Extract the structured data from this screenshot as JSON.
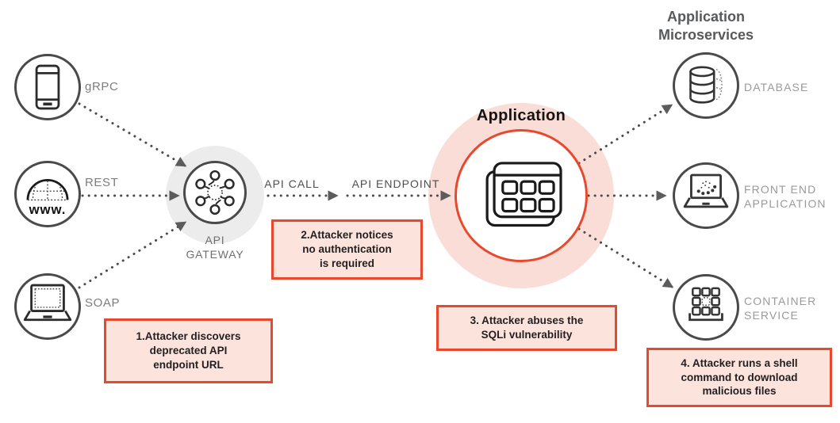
{
  "colors": {
    "accent": "#e8492d",
    "callout_fill": "#fce4dd",
    "app_circle_fill": "#f9ddd6",
    "gateway_circle_fill": "#ececec",
    "circle_stroke": "#4a4a4a",
    "arrow_gray": "#4f4f4f",
    "label_gray": "#9a9a9a",
    "text_dark": "#231f20"
  },
  "sources": [
    {
      "label": "gRPC",
      "icon": "smartphone-icon"
    },
    {
      "label": "REST",
      "icon": "globe-icon",
      "globe_text": "www."
    },
    {
      "label": "SOAP",
      "icon": "laptop-icon"
    }
  ],
  "gateway": {
    "label_line1": "API",
    "label_line2": "GATEWAY",
    "icon": "api-gateway-hub-icon"
  },
  "flow": {
    "api_call": "API CALL",
    "api_endpoint": "API ENDPOINT"
  },
  "application": {
    "title": "Application",
    "icon": "application-window-icon"
  },
  "microservices": {
    "header_line1": "Application",
    "header_line2": "Microservices",
    "items": [
      {
        "label_line1": "DATABASE",
        "label_line2": "",
        "icon": "database-icon"
      },
      {
        "label_line1": "FRONT END",
        "label_line2": "APPLICATION",
        "icon": "frontend-laptop-icon"
      },
      {
        "label_line1": "CONTAINER",
        "label_line2": "SERVICE",
        "icon": "container-grid-icon"
      }
    ]
  },
  "callouts": [
    {
      "lines": [
        "1.Attacker discovers",
        "deprecated API",
        "endpoint URL"
      ]
    },
    {
      "lines": [
        "2.Attacker notices",
        "no authentication",
        "is required"
      ]
    },
    {
      "lines": [
        "3. Attacker abuses the",
        "SQLi vulnerability"
      ]
    },
    {
      "lines": [
        "4. Attacker runs a shell",
        "command to download",
        "malicious files"
      ]
    }
  ]
}
